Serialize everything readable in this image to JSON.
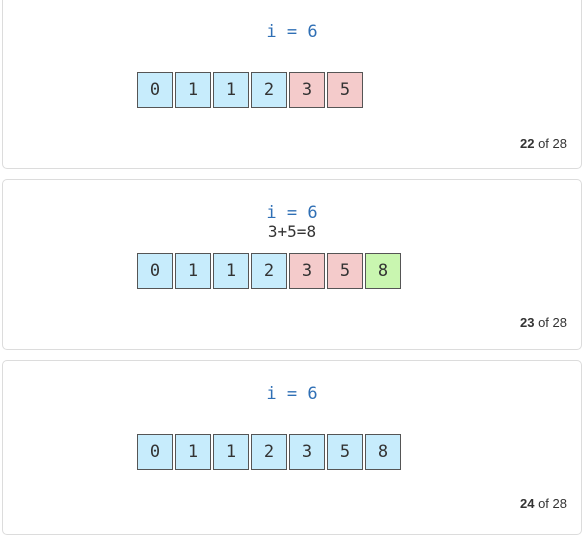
{
  "panels": [
    {
      "i_label": "i = 6",
      "sum_label": "",
      "cells": [
        {
          "value": "0",
          "color": "blue"
        },
        {
          "value": "1",
          "color": "blue"
        },
        {
          "value": "1",
          "color": "blue"
        },
        {
          "value": "2",
          "color": "blue"
        },
        {
          "value": "3",
          "color": "pink"
        },
        {
          "value": "5",
          "color": "pink"
        }
      ],
      "counter": {
        "current": "22",
        "of_label": "of",
        "total": "28"
      }
    },
    {
      "i_label": "i = 6",
      "sum_label": "3+5=8",
      "cells": [
        {
          "value": "0",
          "color": "blue"
        },
        {
          "value": "1",
          "color": "blue"
        },
        {
          "value": "1",
          "color": "blue"
        },
        {
          "value": "2",
          "color": "blue"
        },
        {
          "value": "3",
          "color": "pink"
        },
        {
          "value": "5",
          "color": "pink"
        },
        {
          "value": "8",
          "color": "green"
        }
      ],
      "counter": {
        "current": "23",
        "of_label": "of",
        "total": "28"
      }
    },
    {
      "i_label": "i = 6",
      "sum_label": "",
      "cells": [
        {
          "value": "0",
          "color": "blue"
        },
        {
          "value": "1",
          "color": "blue"
        },
        {
          "value": "1",
          "color": "blue"
        },
        {
          "value": "2",
          "color": "blue"
        },
        {
          "value": "3",
          "color": "blue"
        },
        {
          "value": "5",
          "color": "blue"
        },
        {
          "value": "8",
          "color": "blue"
        }
      ],
      "counter": {
        "current": "24",
        "of_label": "of",
        "total": "28"
      }
    }
  ],
  "colors": {
    "blue": "#c7ecfc",
    "pink": "#f4cbcb",
    "green": "#c9f6b0",
    "i_text": "#2f6fb5"
  }
}
